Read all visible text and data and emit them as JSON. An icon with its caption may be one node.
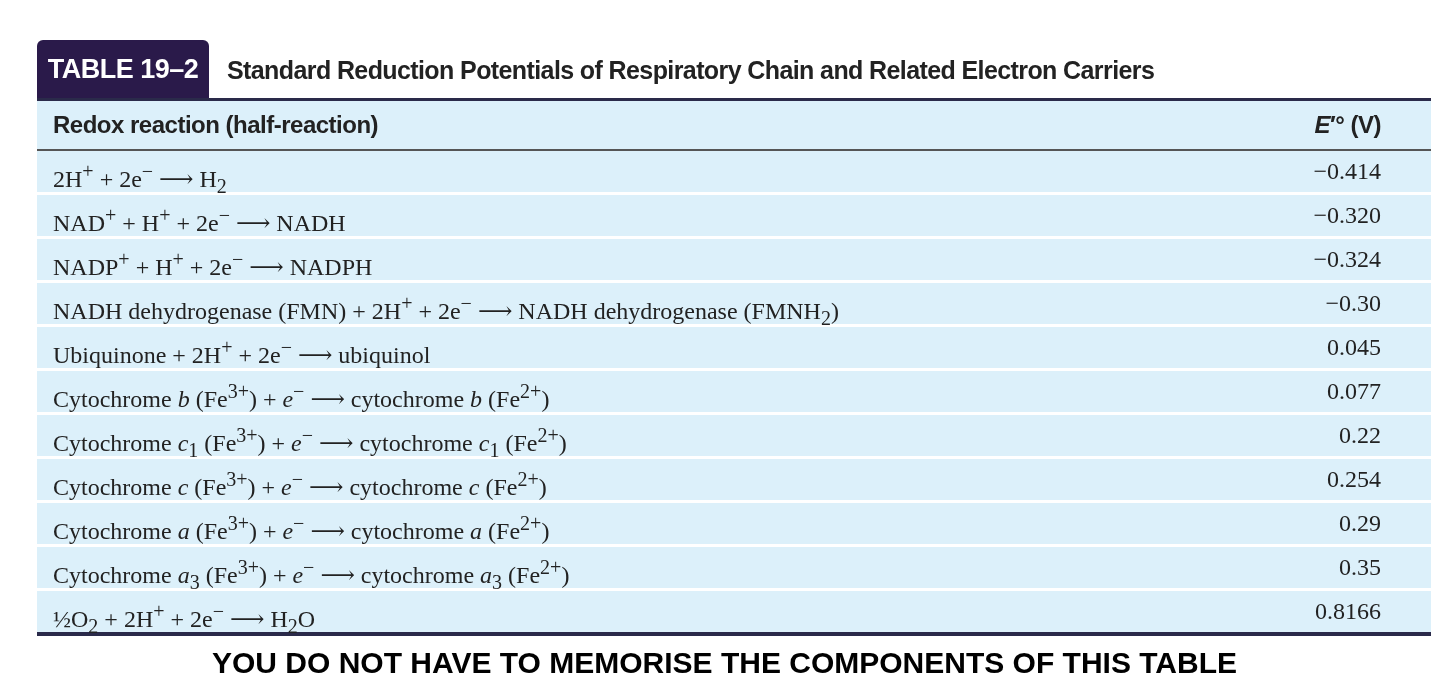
{
  "diagram": {
    "title": "Standard Reduction Potentials of Respiratory Chain and Related Electron Carriers",
    "caption": "YOU DO NOT HAVE TO MEMORISE THE COMPONENTS OF THIS TABLE",
    "labels": [
      "TABLE 19–2",
      "Redox reaction (half-reaction)",
      "*E*′° (V)",
      "2H$^{+}$ + 2e$^{−}$ ⟶ H$_{2}$",
      "−0.414",
      "NAD$^{+}$ + H$^{+}$ + 2e$^{−}$ ⟶ NADH",
      "−0.320",
      "NADP$^{+}$ + H$^{+}$ + 2e$^{−}$ ⟶ NADPH",
      "−0.324",
      "NADH dehydrogenase (FMN) + 2H$^{+}$ + 2e$^{−}$ ⟶ NADH dehydrogenase (FMNH$_{2}$)",
      "−0.30",
      "Ubiquinone + 2H$^{+}$ + 2e$^{−}$ ⟶ ubiquinol",
      "0.045",
      "Cytochrome *b* (Fe$^{3+}$) + *e*$^{−}$ ⟶ cytochrome *b* (Fe$^{2+}$)",
      "0.077",
      "Cytochrome *c*$_{1}$ (Fe$^{3+}$) + *e*$^{−}$ ⟶ cytochrome *c*$_{1}$ (Fe$^{2+}$)",
      "0.22",
      "Cytochrome *c* (Fe$^{3+}$) + *e*$^{−}$ ⟶ cytochrome *c* (Fe$^{2+}$)",
      "0.254",
      "Cytochrome *a* (Fe$^{3+}$) + *e*$^{−}$ ⟶ cytochrome *a* (Fe$^{2+}$)",
      "0.29",
      "Cytochrome *a*$_{3}$ (Fe$^{3+}$) + *e*$^{−}$ ⟶ cytochrome *a*$_{3}$ (Fe$^{2+}$)",
      "0.35",
      "½O$_{2}$ + 2H$^{+}$ + 2e$^{−}$ ⟶ H$_{2}$O",
      "0.8166"
    ]
  }
}
